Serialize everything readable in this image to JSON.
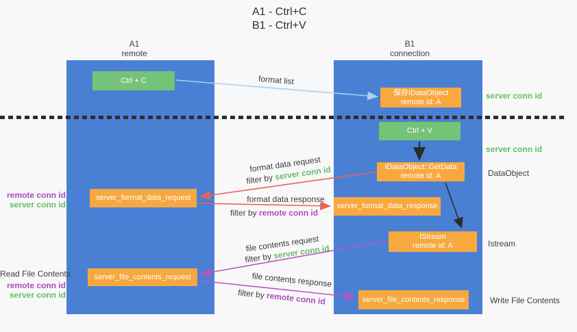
{
  "title": {
    "line1": "A1 - Ctrl+C",
    "line2": "B1 - Ctrl+V"
  },
  "columns": {
    "a1": {
      "name": "A1",
      "subtitle": "remote"
    },
    "b1": {
      "name": "B1",
      "subtitle": "connection"
    }
  },
  "boxes": {
    "ctrl_c": "Ctrl + C",
    "ctrl_v": "Ctrl + V",
    "save_idataobject": {
      "line1": "保存IDataObject",
      "line2": "remote id: A"
    },
    "getdata": {
      "line1": "IDataObject::GetData",
      "line2": "remote id: A"
    },
    "istream": {
      "line1": "IStream",
      "line2": "remote id: A"
    },
    "format_request": "server_format_data_request",
    "format_response": "server_format_data_response",
    "file_request": "server_file_contents_request",
    "file_response": "server_file_contents_response"
  },
  "labels": {
    "format_list": "format list",
    "format_data_request": "format data request",
    "format_data_response": "format data response",
    "file_contents_request": "file contents request",
    "file_contents_response": "file contents response",
    "filter_by": "filter by",
    "server_conn_id": "server conn id",
    "remote_conn_id": "remote conn id"
  },
  "side_labels": {
    "right_server_conn_id_top": "server conn id",
    "right_server_conn_id_mid": "server conn id",
    "data_object": "DataObject",
    "istream": "Istream",
    "write_file_contents": "Write File Contents",
    "read_file_contents": "Read File Contents",
    "left_remote_conn_id_top": "remote conn id",
    "left_server_conn_id_top": "server conn id",
    "left_remote_conn_id_bottom": "remote conn id",
    "left_server_conn_id_bottom": "server conn id"
  },
  "colors": {
    "column_blue": "#4a80d4",
    "box_green": "#74c378",
    "box_orange": "#f7a83f",
    "arrow_light_blue": "#a8d2ee",
    "arrow_red": "#e8635a",
    "arrow_magenta": "#bc53c4",
    "arrow_black": "#2b2b2b",
    "text_green": "#67bb68",
    "text_purple": "#ab4cba",
    "text_dark": "#3c3c3c",
    "background": "#f8f8f8"
  }
}
